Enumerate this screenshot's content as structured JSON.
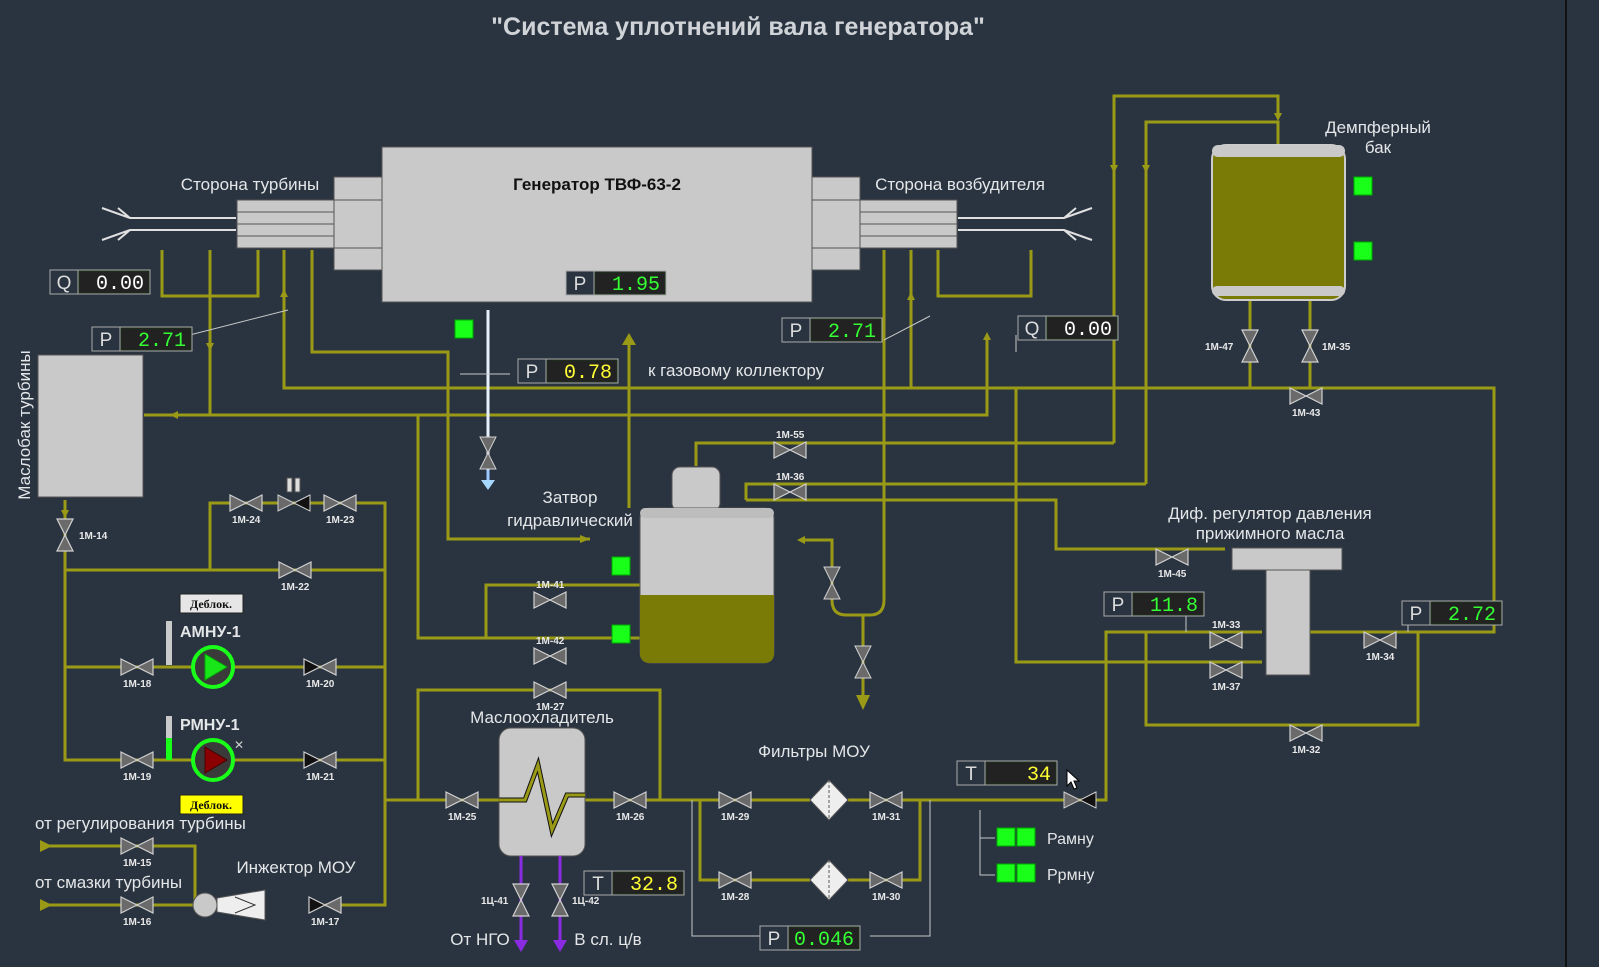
{
  "title": "\"Система уплотнений вала генератора\"",
  "generator": {
    "label": "Генератор ТВФ-63-2"
  },
  "labels": {
    "turbine_side": "Сторона турбины",
    "exciter_side": "Сторона возбудителя",
    "damper_tank": "Демпферный бак",
    "oil_tank": "Маслобак турбины",
    "gas_collector": "к газовому коллектору",
    "hydraulic_seal_1": "Затвор",
    "hydraulic_seal_2": "гидравлический",
    "diff_regulator_1": "Диф. регулятор давления",
    "diff_regulator_2": "прижимного масла",
    "oil_cooler": "Маслоохладитель",
    "filters": "Фильтры МОУ",
    "injector": "Инжектор МОУ",
    "from_regulation": "от регулирования турбины",
    "from_lubrication": "от смазки турбины",
    "from_ngo": "От НГО",
    "to_drain": "В сл. ц/в",
    "pump_amnu": "АМНУ-1",
    "pump_rmnu": "РМНУ-1",
    "p_amnu": "Рамну",
    "p_rmnu": "Ррмну"
  },
  "buttons": {
    "unlock_amnu": "Деблок.",
    "unlock_rmnu": "Деблок."
  },
  "gauges": {
    "q_turbine": {
      "label": "Q",
      "value": "0.00"
    },
    "p_generator": {
      "label": "P",
      "value": "1.95"
    },
    "p_turbine_side": {
      "label": "P",
      "value": "2.71"
    },
    "p_exciter_side": {
      "label": "P",
      "value": "2.71"
    },
    "q_exciter": {
      "label": "Q",
      "value": "0.00"
    },
    "p_gas": {
      "label": "P",
      "value": "0.78"
    },
    "p_diff_reg": {
      "label": "P",
      "value": "11.8"
    },
    "p_right": {
      "label": "P",
      "value": "2.72"
    },
    "t_filters": {
      "label": "T",
      "value": "34"
    },
    "t_cooler": {
      "label": "T",
      "value": "32.8"
    },
    "p_filters": {
      "label": "P",
      "value": "0.046"
    }
  },
  "valves": {
    "v14": "1М-14",
    "v24": "1М-24",
    "v23": "1М-23",
    "v22": "1М-22",
    "v18": "1М-18",
    "v20": "1М-20",
    "v19": "1М-19",
    "v21": "1М-21",
    "v15": "1М-15",
    "v16": "1М-16",
    "v17": "1М-17",
    "v41": "1М-41",
    "v42": "1М-42",
    "v27": "1М-27",
    "v25": "1М-25",
    "v26": "1М-26",
    "v55": "1М-55",
    "v36": "1М-36",
    "v45": "1М-45",
    "v33": "1М-33",
    "v37": "1М-37",
    "v34": "1М-34",
    "v32": "1М-32",
    "v43": "1М-43",
    "v47": "1М-47",
    "v35": "1М-35",
    "v29": "1М-29",
    "v31": "1М-31",
    "v28": "1М-28",
    "v30": "1М-30",
    "c41": "1Ц-41",
    "c42": "1Ц-42"
  },
  "colors": {
    "background": "#2a3440",
    "pipe": "#9a9a16",
    "oil": "#7a7a06",
    "value_green": "#33ff33",
    "value_yellow": "#ffff33",
    "indicator": "#19ff19",
    "unlock_active": "#ffff00"
  }
}
